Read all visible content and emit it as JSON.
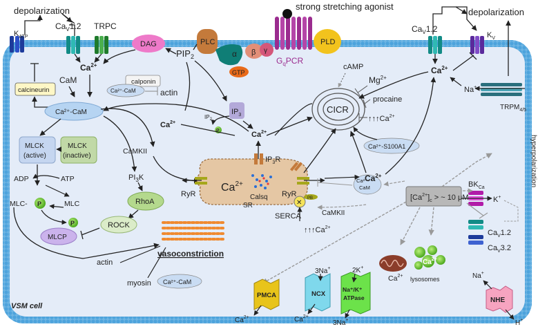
{
  "top": {
    "depol_left": "depolarization",
    "depol_right": "depolarization",
    "katp": "K",
    "katp_sub": "ATP",
    "cav12_left": "Ca",
    "cav12_left_sub": "V",
    "cav12_left_num": "1.2",
    "trpc": "TRPC",
    "agonist": "strong stretching agonist",
    "cav12_right": "Ca",
    "cav12_right_sub": "V",
    "cav12_right_num": "1.2",
    "kv": "K",
    "kv_sub": "V"
  },
  "membrane": {
    "dag": "DAG",
    "plc": "PLC",
    "pld": "PLD",
    "gqpcr": "G",
    "gqpcr_sub": "q",
    "gqpcr_rest": "PCR",
    "pip2": "PIP",
    "pip2_sub": "2",
    "alpha": "α",
    "beta": "β",
    "gamma": "γ",
    "gtp": "GTP"
  },
  "left": {
    "ca_main": "Ca",
    "ca_sup": "2+",
    "cam": "CaM",
    "calcineurin": "calcineurin",
    "calponin": "calponin",
    "ca_cam_small": "Ca²⁺-CaM",
    "actin_top": "actin",
    "ca_cam_big": "Ca²⁺-CaM",
    "mlck_active": "MLCK (active)",
    "mlck_active_l1": "MLCK",
    "mlck_active_l2": "(active)",
    "mlck_inactive_l1": "MLCK",
    "mlck_inactive_l2": "(inactive)",
    "adp": "ADP",
    "atp": "ATP",
    "mlc_left": "MLC-",
    "mlc_right": "MLC",
    "p": "P",
    "mlcp": "MLCP",
    "pi3k": "PI",
    "pi3k_sub": "3",
    "pi3k_rest": "K",
    "rhoa": "RhoA",
    "rock": "ROCK",
    "camkii_left": "CaMKII",
    "actin_bottom": "actin",
    "myosin": "myosin",
    "vasoconstriction": "vasoconstriction",
    "vsm_cell": "VSM cell"
  },
  "center": {
    "ip3": "IP",
    "ip3_sub": "3",
    "ip2": "IP",
    "ip2_sub": "2",
    "ca_ip3r": "Ca",
    "ca_left2": "Ca",
    "ip3r": "IP",
    "ip3r_sub": "3",
    "ip3r_rest": "R",
    "ryr_left": "RyR",
    "ryr_right": "RyR",
    "sr_ca": "Ca",
    "calsq": "Calsq",
    "sr": "SR",
    "serca": "SERCA",
    "arrows_ca": "↑↑↑Ca",
    "camkii_right": "CaMKII",
    "ca_cam_mid": "Ca²⁺-CaM",
    "ca_cam_bottom": "Ca²⁺-CaM",
    "pb": "PB"
  },
  "cicr": {
    "camp": "cAMP",
    "mg": "Mg",
    "procaine": "procaine",
    "cicr": "CICR",
    "arrows_ca": "↑↑↑Ca",
    "s100": "Ca²⁺-S100A1",
    "ca_right1": "Ca",
    "ca_right2": "Ca"
  },
  "right": {
    "na": "Na",
    "trpm": "TRPM",
    "trpm_sub": "4/5",
    "hyperpolarization": "hyperpolarization",
    "bkca": "BK",
    "bkca_sub": "Ca",
    "kplus": "K",
    "conc": "[Ca²⁺]꜀ > ~ 10 μM",
    "conc_l": "[Ca",
    "conc_mid": "]",
    "conc_sub": "c",
    "conc_r": " > ~ 10 μM",
    "cav12": "Ca",
    "cav12_sub": "V",
    "cav12_num": "1.2",
    "cav32": "Ca",
    "cav32_sub": "V",
    "cav32_num": "3.2",
    "mito_ca": "Ca",
    "lyso_ca": "Ca",
    "lysosomes": "lysosomes",
    "nhe": "NHE",
    "nhe_na": "Na",
    "nhe_h": "H"
  },
  "bottom": {
    "pmca": "PMCA",
    "ncx": "NCX",
    "nak_l1": "Na⁺/K⁺",
    "nak_l2": "ATPase",
    "ca_pmca": "Ca",
    "ca_ncx": "Ca",
    "na3_top": "3Na",
    "k2_top": "2K",
    "na3_bottom": "3Na"
  },
  "sup": {
    "two_plus": "2+",
    "plus": "+"
  },
  "colors": {
    "membrane": "#6fb5e3",
    "cytoplasm": "#e4ecf8",
    "sr": "#e5c7a4",
    "dag": "#ee7ac9",
    "pld": "#f2c31d",
    "plc": "#c47a3b",
    "alpha": "#0f7e76",
    "gtp": "#e86a1a",
    "gqpcr": "#9b2c8f",
    "green_box": "#7dbb4a",
    "camkii_box": "#b3a9d9"
  }
}
